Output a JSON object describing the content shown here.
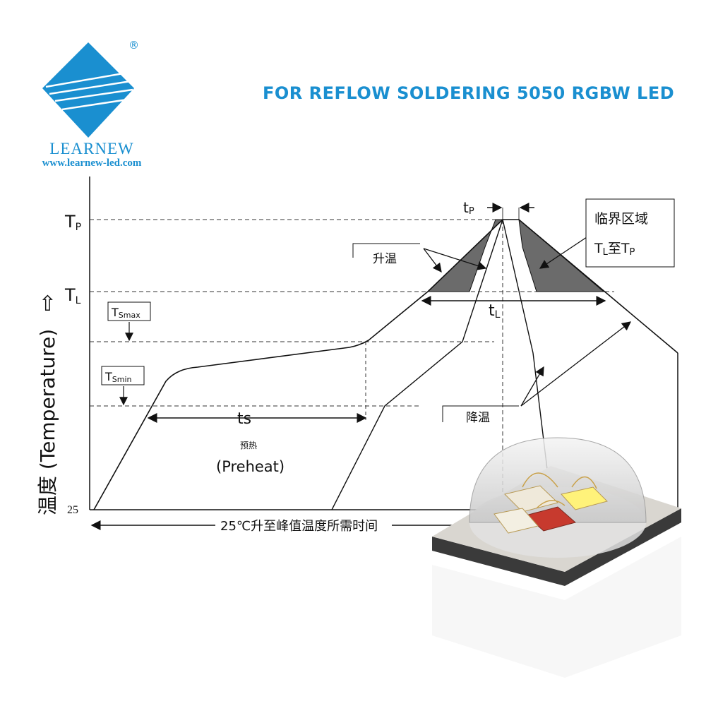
{
  "brand": {
    "name": "LEARNEW",
    "url": "www.learnew-led.com",
    "registered_mark": "®",
    "color": "#1a8fd0"
  },
  "headline": "FOR REFLOW SOLDERING 5050 RGBW LED",
  "diagram": {
    "y_axis_label": "温度 (Temperature)",
    "y_axis_arrow": "⇧",
    "levels": {
      "tp_label": "T",
      "tp_sub": "P",
      "tl_label": "T",
      "tl_sub": "L",
      "tsmax_label": "T",
      "tsmax_sub": "Smax",
      "tsmin_label": "T",
      "tsmin_sub": "Smin",
      "base": "25"
    },
    "annotations": {
      "tp_time_main": "t",
      "tp_time_sub": "P",
      "tl_time_main": "t",
      "tl_time_sub": "L",
      "critical_zone_line1": "临界区域",
      "critical_zone_line2_main": "T",
      "critical_zone_line2_sub": "L",
      "critical_zone_line2_mid": "至T",
      "critical_zone_line2_end": "P",
      "ramp_up": "升温",
      "ramp_down": "降温",
      "ts": "ts",
      "preheat_cn": "预热",
      "preheat_en": "(Preheat)",
      "time_to_peak": "25℃升至峰值温度所需时间"
    },
    "colors": {
      "critical_zone_fill": "#6b6b6b",
      "line": "#111111"
    }
  }
}
